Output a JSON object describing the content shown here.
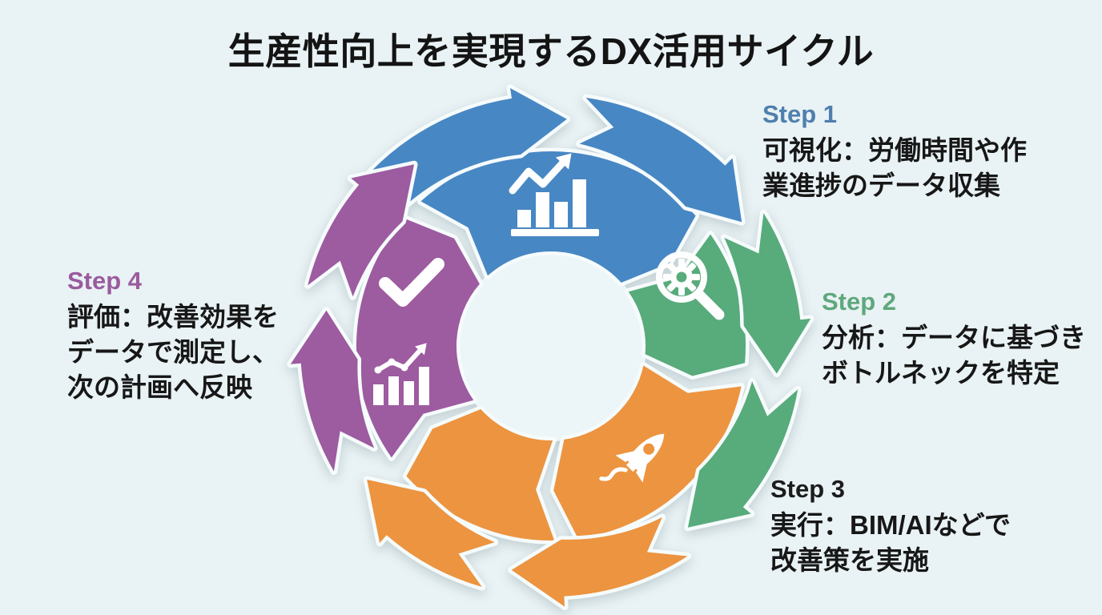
{
  "title": "生産性向上を実現するDX活用サイクル",
  "background_color": "#e9f2f4",
  "inner_circle_color": "#ecf5f7",
  "outline_color": "#f6fbfc",
  "icon_color": "#ffffff",
  "text_color": "#171717",
  "cycle_direction": "clockwise",
  "steps": [
    {
      "label": "Step 1",
      "label_color": "#4e7fae",
      "arc_color": "#4787c4",
      "icons": [
        "trend-bar-chart-icon"
      ],
      "lines": [
        "可視化：労働時間や作",
        "業進捗のデータ収集"
      ]
    },
    {
      "label": "Step 2",
      "label_color": "#5fa87d",
      "arc_color": "#58ab7b",
      "icons": [
        "gear-magnifier-icon"
      ],
      "lines": [
        "分析：データに基づき",
        "ボトルネックを特定"
      ]
    },
    {
      "label": "Step 3",
      "label_color": "#1c1c1c",
      "arc_color": "#ec9440",
      "icons": [
        "rocket-icon"
      ],
      "lines": [
        "実行：BIM/AIなどで",
        "改善策を実施"
      ]
    },
    {
      "label": "Step 4",
      "label_color": "#9a5b9e",
      "arc_color": "#9d5ba0",
      "icons": [
        "checkmark-icon",
        "trend-line-chart-icon"
      ],
      "lines": [
        "評価：改善効果を",
        "データで測定し、",
        "次の計画へ反映"
      ]
    }
  ]
}
